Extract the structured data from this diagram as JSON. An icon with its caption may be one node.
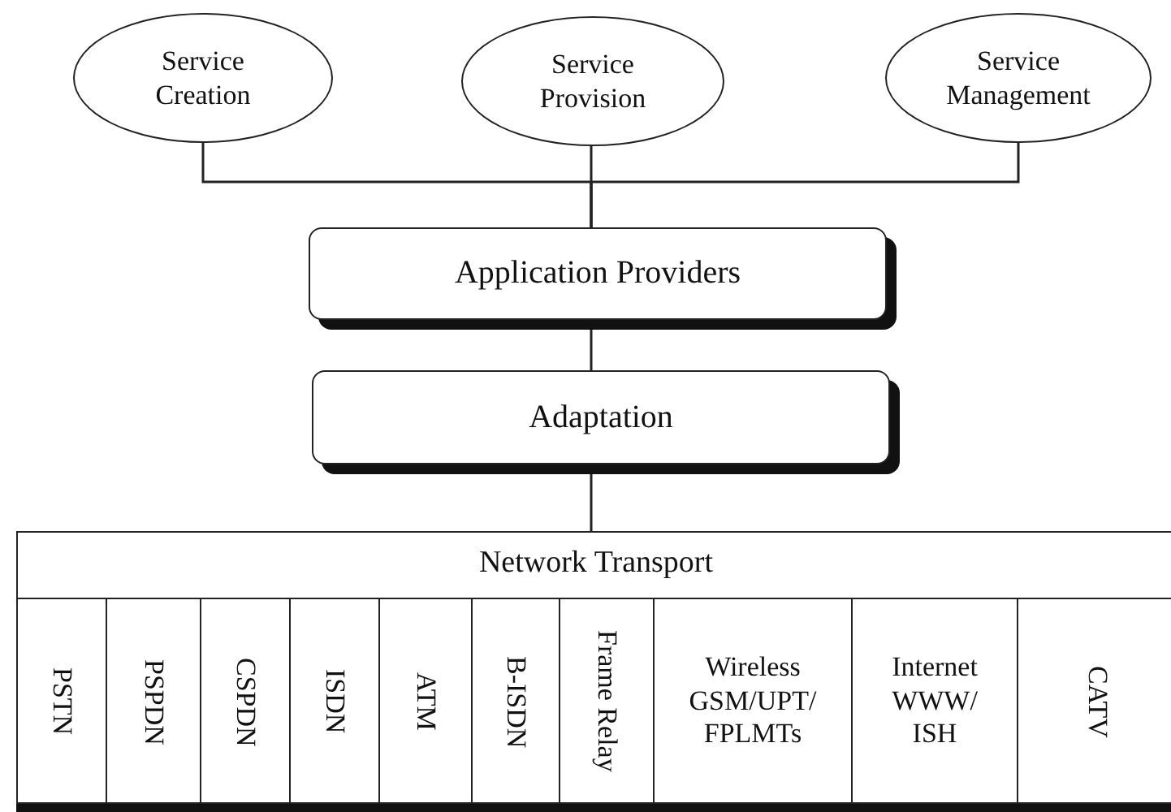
{
  "diagram": {
    "nodes": [
      {
        "text": [
          "Service Creation"
        ]
      },
      {
        "text": [
          "Service Provision"
        ]
      },
      {
        "text": [
          "Service Management"
        ]
      },
      {
        "text": [
          "Application Providers"
        ]
      },
      {
        "text": [
          "Adaptation"
        ]
      },
      {
        "text": [
          "Network Transport"
        ]
      },
      {
        "text": [
          "PSTN"
        ],
        "in": 5
      },
      {
        "text": [
          "PSPDN"
        ],
        "in": 5
      },
      {
        "text": [
          "CSPDN"
        ],
        "in": 5
      },
      {
        "text": [
          "ISDN"
        ],
        "in": 5
      },
      {
        "text": [
          "ATM"
        ],
        "in": 5
      },
      {
        "text": [
          "B-ISDN"
        ],
        "in": 5
      },
      {
        "text": [
          "Frame Relay"
        ],
        "in": 5
      },
      {
        "text": [
          "Wireless GSM/UPT/ FPLMTs"
        ],
        "in": 5
      },
      {
        "text": [
          "Internet WWW/ ISH"
        ],
        "in": 5
      },
      {
        "text": [
          "CATV"
        ],
        "in": 5
      }
    ],
    "edges": [
      {
        "from": 0,
        "to": 3,
        "arrow": "none"
      },
      {
        "from": 1,
        "to": 3,
        "arrow": "none"
      },
      {
        "from": 2,
        "to": 3,
        "arrow": "none"
      },
      {
        "from": 3,
        "to": 4,
        "arrow": "none"
      },
      {
        "from": 4,
        "to": 5,
        "arrow": "none"
      }
    ]
  }
}
